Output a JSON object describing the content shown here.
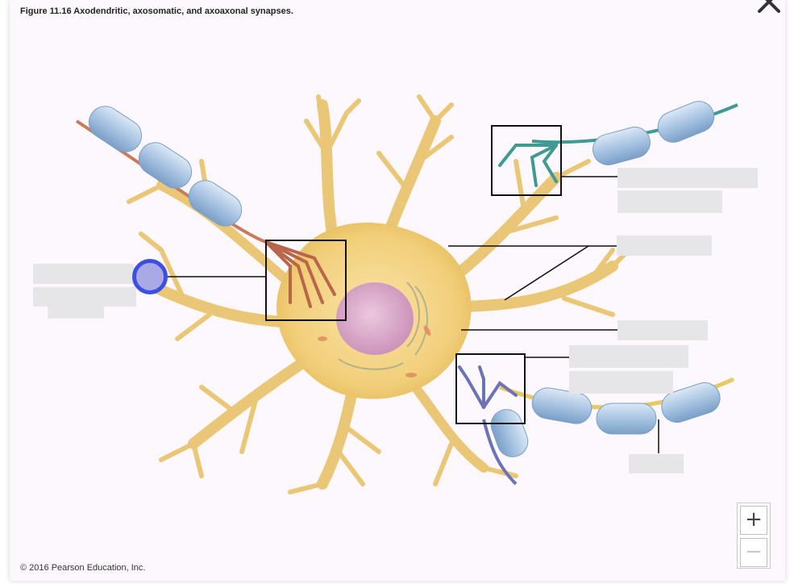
{
  "figure": {
    "title": "Figure 11.16 Axodendritic, axosomatic, and axoaxonal synapses.",
    "copyright": "© 2016 Pearson Education, Inc."
  },
  "controls": {
    "close_icon": "close-x-icon",
    "zoom_in": "+",
    "zoom_out": "−"
  },
  "colors": {
    "hotspot_ring": "#3b4fe0",
    "hotspot_fill": "#a9a9e6",
    "neuron_body": "#f1cf7a",
    "nucleus": "#d7a9c8",
    "myelin": "#a8c4e2",
    "axon_red": "#c97a5a",
    "axon_teal": "#3f9a93",
    "axon_purple": "#6c73b5"
  },
  "label_slots": 9
}
